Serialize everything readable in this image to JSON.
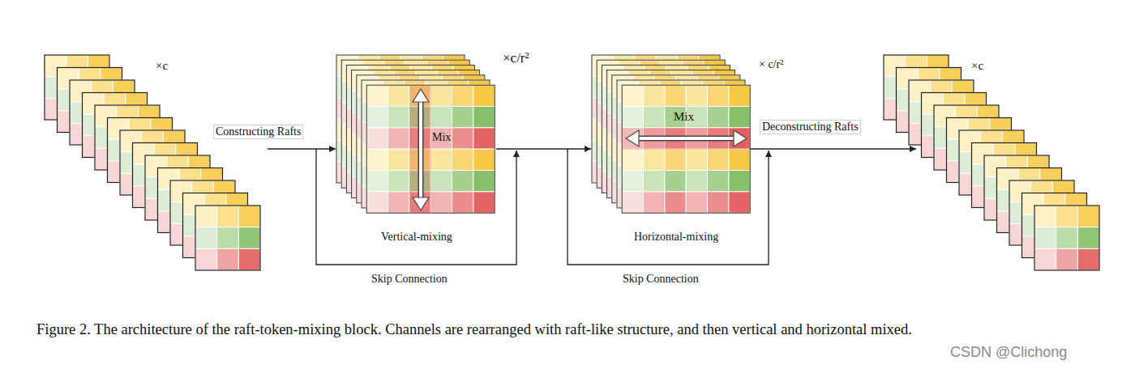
{
  "diagram": {
    "caption": "Figure 2. The architecture of the raft-token-mixing block. Channels are rearranged with raft-like structure, and then vertical and horizontal mixed.",
    "labels": [
      "×c",
      "Constructing Rafts",
      "×c/r²",
      "Mix",
      "Vertical-mixing",
      "× c/r²",
      "Mix",
      "Horizontal-mixing",
      "Deconstructing Rafts",
      "×c",
      "Skip Connection",
      "Skip Connection",
      "CSDN @Clichong"
    ]
  }
}
